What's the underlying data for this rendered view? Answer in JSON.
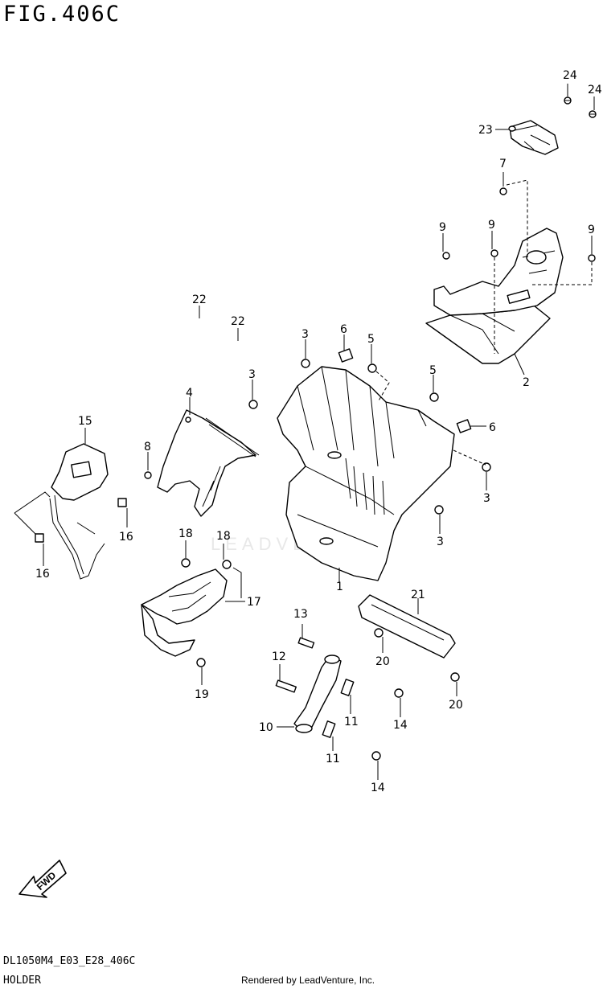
{
  "figure": {
    "title": "FIG.406C",
    "model_code": "DL1050M4_E03_E28_406C",
    "section_name": "HOLDER",
    "rendered_by": "Rendered by LeadVenture, Inc.",
    "watermark": "LEADVENTURE"
  },
  "fwd_label": "FWD",
  "callouts": [
    {
      "id": "c24a",
      "label": "24"
    },
    {
      "id": "c24b",
      "label": "24"
    },
    {
      "id": "c23",
      "label": "23"
    },
    {
      "id": "c7",
      "label": "7"
    },
    {
      "id": "c9a",
      "label": "9"
    },
    {
      "id": "c9b",
      "label": "9"
    },
    {
      "id": "c9c",
      "label": "9"
    },
    {
      "id": "c2",
      "label": "2"
    },
    {
      "id": "c22a",
      "label": "22"
    },
    {
      "id": "c22b",
      "label": "22"
    },
    {
      "id": "c3a",
      "label": "3"
    },
    {
      "id": "c6a",
      "label": "6"
    },
    {
      "id": "c5a",
      "label": "5"
    },
    {
      "id": "c3b",
      "label": "3"
    },
    {
      "id": "c5b",
      "label": "5"
    },
    {
      "id": "c6b",
      "label": "6"
    },
    {
      "id": "c4",
      "label": "4"
    },
    {
      "id": "c15",
      "label": "15"
    },
    {
      "id": "c8",
      "label": "8"
    },
    {
      "id": "c3c",
      "label": "3"
    },
    {
      "id": "c3d",
      "label": "3"
    },
    {
      "id": "c16a",
      "label": "16"
    },
    {
      "id": "c16b",
      "label": "16"
    },
    {
      "id": "c18a",
      "label": "18"
    },
    {
      "id": "c18b",
      "label": "18"
    },
    {
      "id": "c17",
      "label": "17"
    },
    {
      "id": "c1",
      "label": "1"
    },
    {
      "id": "c21",
      "label": "21"
    },
    {
      "id": "c13",
      "label": "13"
    },
    {
      "id": "c20a",
      "label": "20"
    },
    {
      "id": "c12",
      "label": "12"
    },
    {
      "id": "c19",
      "label": "19"
    },
    {
      "id": "c20b",
      "label": "20"
    },
    {
      "id": "c11a",
      "label": "11"
    },
    {
      "id": "c14a",
      "label": "14"
    },
    {
      "id": "c10",
      "label": "10"
    },
    {
      "id": "c11b",
      "label": "11"
    },
    {
      "id": "c14b",
      "label": "14"
    }
  ]
}
